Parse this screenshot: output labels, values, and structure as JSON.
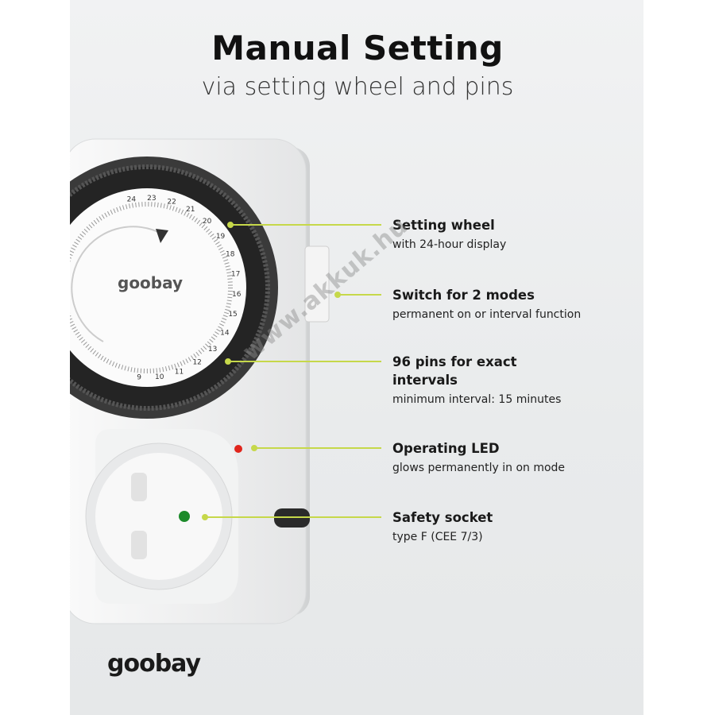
{
  "header": {
    "title": "Manual Setting",
    "subtitle": "via setting wheel and pins"
  },
  "callouts": [
    {
      "heading": "Setting wheel",
      "detail": "with 24-hour display"
    },
    {
      "heading": "Switch for 2 modes",
      "detail": "permanent on or interval function"
    },
    {
      "heading": "96 pins for exact intervals",
      "detail": "minimum interval: 15 minutes"
    },
    {
      "heading": "Operating LED",
      "detail": "glows permanently in on mode"
    },
    {
      "heading": "Safety socket",
      "detail": "type F (CEE 7/3)"
    }
  ],
  "device": {
    "dial_logo": "goobay",
    "dial_numbers": [
      "24",
      "23",
      "22",
      "21",
      "20",
      "19",
      "18",
      "17",
      "16",
      "15",
      "14",
      "13",
      "12",
      "11",
      "10",
      "9"
    ]
  },
  "brand": {
    "logo": "goobay",
    "accent_color": "#b7d12b"
  },
  "watermark": "www.akkuk.hu"
}
